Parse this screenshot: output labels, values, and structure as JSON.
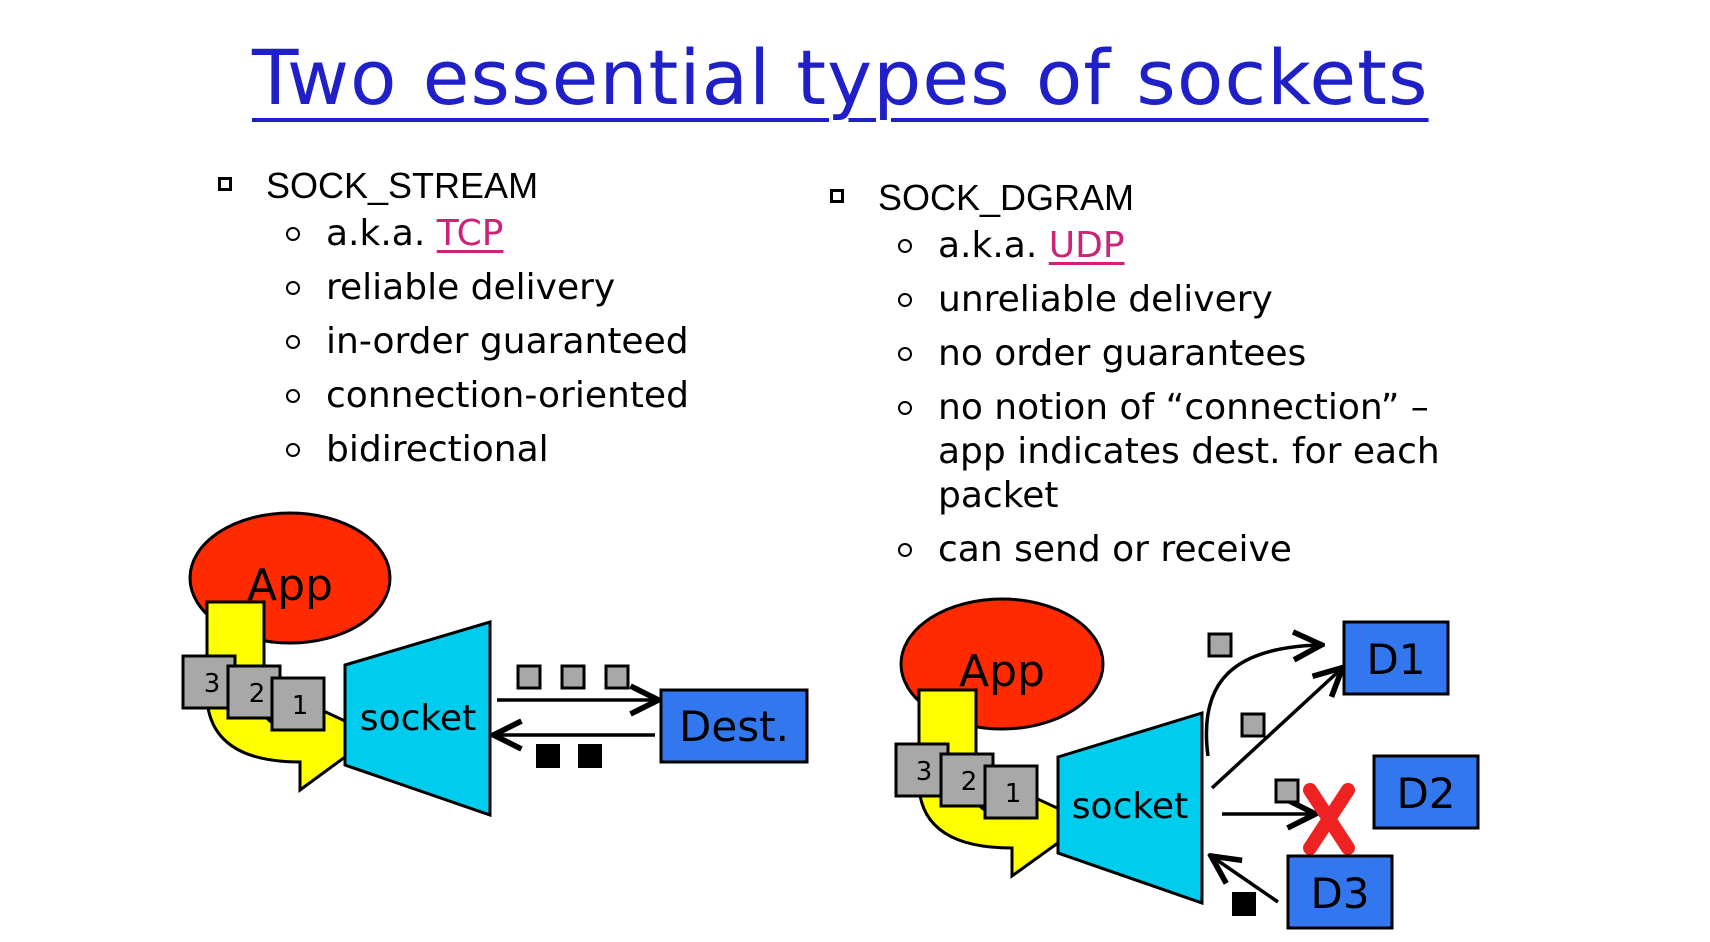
{
  "title": "Two essential types of sockets",
  "left": {
    "heading": "SOCK_STREAM",
    "items": [
      {
        "prefix": "a.k.a. ",
        "link": "TCP"
      },
      {
        "text": "reliable delivery"
      },
      {
        "text": "in-order guaranteed"
      },
      {
        "text": "connection-oriented"
      },
      {
        "text": "bidirectional"
      }
    ],
    "diagram": {
      "app": "App",
      "socket": "socket",
      "dest": "Dest.",
      "packets": [
        "3",
        "2",
        "1"
      ]
    }
  },
  "right": {
    "heading": "SOCK_DGRAM",
    "items": [
      {
        "prefix": "a.k.a. ",
        "link": "UDP"
      },
      {
        "text": "unreliable delivery"
      },
      {
        "text": "no order guarantees"
      },
      {
        "text": "no notion of “connection” – app indicates dest. for each packet"
      },
      {
        "text": "can send or receive"
      }
    ],
    "diagram": {
      "app": "App",
      "socket": "socket",
      "dests": [
        "D1",
        "D2",
        "D3"
      ],
      "packets": [
        "3",
        "2",
        "1"
      ]
    }
  },
  "colors": {
    "title": "#2020c8",
    "link": "#cc2277",
    "app": "#ff2a00",
    "socket": "#00ccee",
    "dest": "#3377ee",
    "arrow": "#ffff00",
    "packet": "#a8a8a8",
    "drop": "#ee2222"
  }
}
